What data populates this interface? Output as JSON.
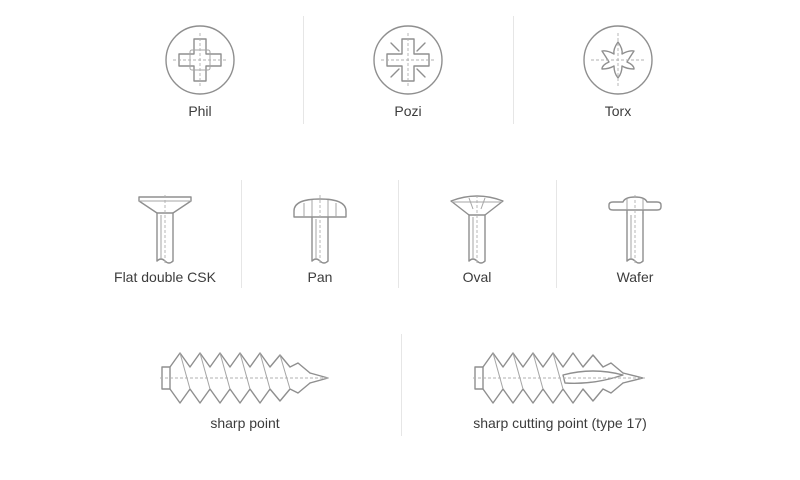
{
  "drive_types": [
    {
      "label": "Phil",
      "icon": "phillips-drive-icon"
    },
    {
      "label": "Pozi",
      "icon": "pozidriv-drive-icon"
    },
    {
      "label": "Torx",
      "icon": "torx-drive-icon"
    }
  ],
  "head_types": [
    {
      "label": "Flat double CSK",
      "icon": "flat-double-csk-head-icon"
    },
    {
      "label": "Pan",
      "icon": "pan-head-icon"
    },
    {
      "label": "Oval",
      "icon": "oval-head-icon"
    },
    {
      "label": "Wafer",
      "icon": "wafer-head-icon"
    }
  ],
  "point_types": [
    {
      "label": "sharp point",
      "icon": "sharp-point-screw-icon"
    },
    {
      "label": "sharp cutting point (type 17)",
      "icon": "type17-cutting-point-screw-icon"
    }
  ],
  "colors": {
    "line": "#8f8f8f",
    "text": "#3c3c3c",
    "divider": "#e6e6e6"
  }
}
